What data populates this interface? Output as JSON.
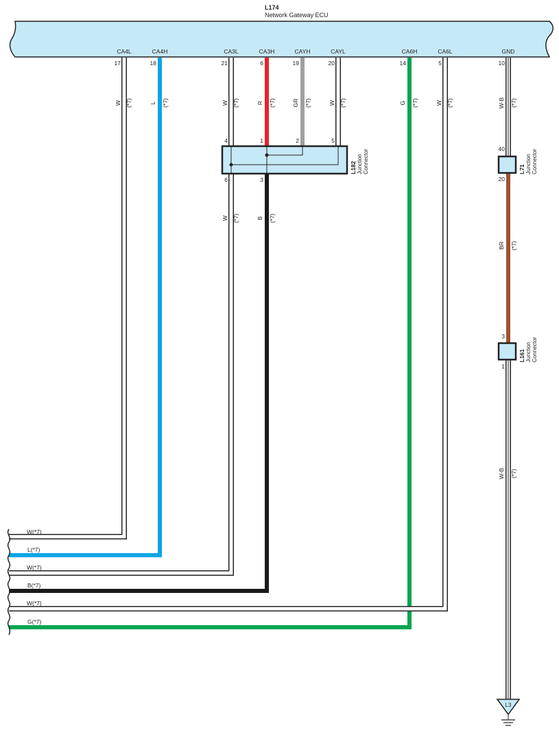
{
  "ecu": {
    "id": "L174",
    "name": "Network Gateway ECU"
  },
  "ecu_pins": [
    {
      "name": "CA4L",
      "no": "17",
      "color": "W",
      "note": "(*7)"
    },
    {
      "name": "CA4H",
      "no": "18",
      "color": "L",
      "note": "(*7)"
    },
    {
      "name": "CA3L",
      "no": "21",
      "color": "W",
      "note": "(*7)"
    },
    {
      "name": "CA3H",
      "no": "6",
      "color": "R",
      "note": "(*7)"
    },
    {
      "name": "CAYH",
      "no": "19",
      "color": "GR",
      "note": "(*7)"
    },
    {
      "name": "CAYL",
      "no": "20",
      "color": "W",
      "note": "(*7)"
    },
    {
      "name": "CA6H",
      "no": "14",
      "color": "G",
      "note": "(*7)"
    },
    {
      "name": "CA6L",
      "no": "5",
      "color": "W",
      "note": "(*7)"
    },
    {
      "name": "GND",
      "no": "10",
      "color": "W-B",
      "note": "(*7)"
    }
  ],
  "l182": {
    "id": "L182",
    "line1": "Junction",
    "line2": "Connector",
    "top_pins": [
      "4",
      "1",
      "2",
      "5"
    ],
    "bottom_pins": [
      "6",
      "3"
    ],
    "out_w_color": "W",
    "out_w_note": "(*7)",
    "out_b_color": "B",
    "out_b_note": "(*7)"
  },
  "l71": {
    "id": "L71",
    "line1": "Junction",
    "line2": "Connector",
    "pin_top": "40",
    "pin_bottom": "20",
    "out_color": "BR",
    "out_note": "(*7)"
  },
  "l161": {
    "id": "L161",
    "line1": "Junction",
    "line2": "Connector",
    "pin_top": "3",
    "pin_bottom": "1",
    "out_color": "W-B",
    "out_note": "(*7)"
  },
  "ground": {
    "label": "L3"
  },
  "left_wires": [
    "W(*7)",
    "L(*7)",
    "W(*7)",
    "B(*7)",
    "W(*7)",
    "G(*7)"
  ],
  "colors": {
    "ecu_fill": "#c6e9f7",
    "blue": "#0ba5e4",
    "red": "#e8232a",
    "gray": "#a0a0a0",
    "black": "#1a1a1a",
    "green": "#00a551",
    "brown": "#a0522d"
  }
}
